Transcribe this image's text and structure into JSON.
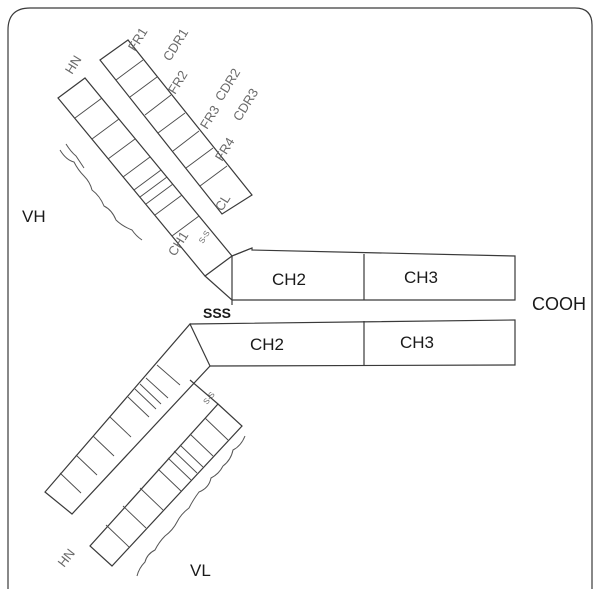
{
  "diagram": {
    "labels": {
      "vh": "VH",
      "vl": "VL",
      "cooh": "COOH",
      "sss": "SSS",
      "hn_top": "HN",
      "hn_bottom": "HN",
      "ch1": "CH1",
      "cl": "CL",
      "ss_top": "S-S",
      "ss_bottom": "S-S",
      "ch2_top": "CH2",
      "ch3_top": "CH3",
      "ch2_bottom": "CH2",
      "ch3_bottom": "CH3",
      "fr1": "FR1",
      "cdr1": "CDR1",
      "fr2": "FR2",
      "cdr2": "CDR2",
      "fr3": "FR3",
      "cdr3": "CDR3",
      "fr4": "FR4"
    },
    "colors": {
      "line": "#3a3a3a",
      "text": "#1a1a1a",
      "handwriting": "#6a6a6a"
    }
  }
}
